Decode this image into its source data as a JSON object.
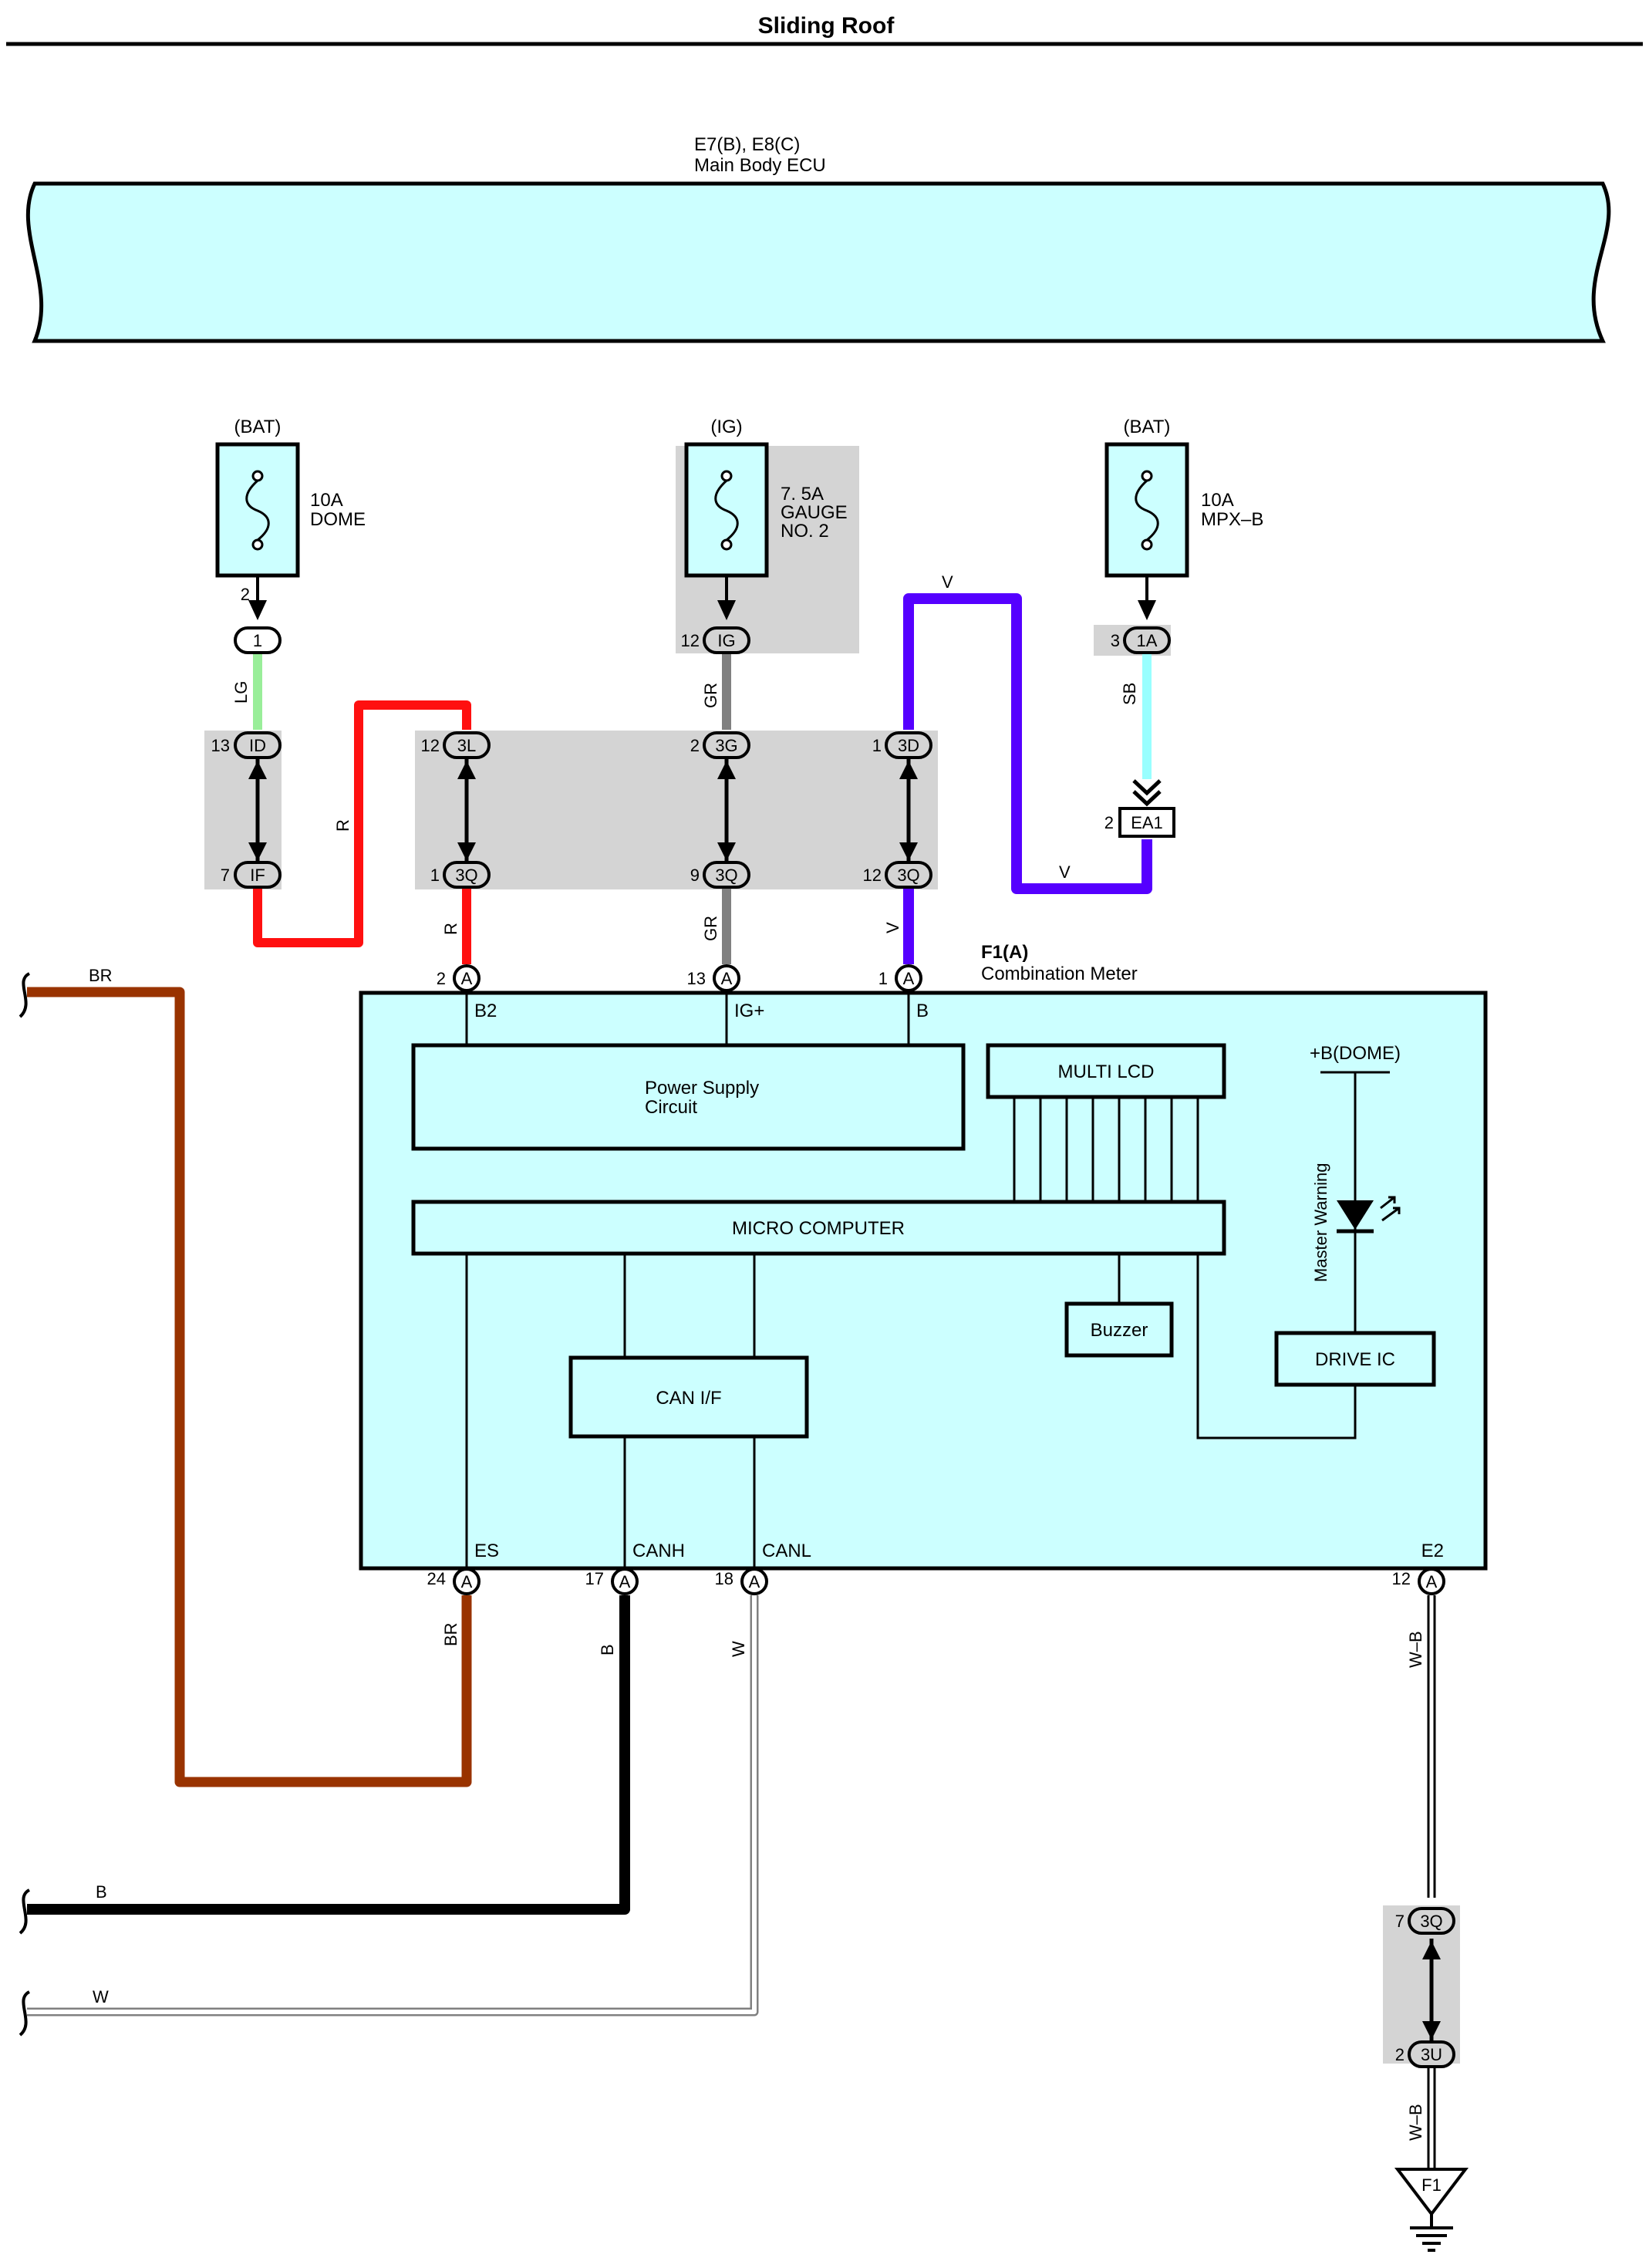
{
  "title": "Sliding Roof",
  "ecu": {
    "code": "E7(B), E8(C)",
    "name": "Main Body ECU"
  },
  "fuses": [
    {
      "source": "(BAT)",
      "rating": "10A",
      "name": [
        "DOME"
      ]
    },
    {
      "source": "(IG)",
      "rating": "7. 5A",
      "name": [
        "GAUGE",
        "NO. 2"
      ]
    },
    {
      "source": "(BAT)",
      "rating": "10A",
      "name": [
        "MPX–B"
      ]
    }
  ],
  "connectors": {
    "c1": "1",
    "ID": "ID",
    "IF": "IF",
    "3L": "3L",
    "3G": "3G",
    "3D": "3D",
    "IG": "IG",
    "1A": "1A",
    "EA1": "EA1",
    "3Q_a": "3Q",
    "3Q_b": "3Q",
    "3Q_c": "3Q",
    "A": "A",
    "3Q_g": "3Q",
    "3U": "3U",
    "F1": "F1"
  },
  "pins": {
    "fuse1": "2",
    "ID": "13",
    "IF": "7",
    "3L": "12",
    "3Q_a": "1",
    "IG": "12",
    "3G": "2",
    "3Q_b": "9",
    "3D": "1",
    "3Q_c": "12",
    "1A": "3",
    "EA1": "2",
    "B2": "2",
    "IGp": "13",
    "B": "1",
    "ES": "24",
    "CANH": "17",
    "CANL": "18",
    "E2": "12",
    "3Q_g": "7",
    "3U": "2"
  },
  "wires": {
    "LG": "LG",
    "R1": "R",
    "R2": "R",
    "GR1": "GR",
    "GR2": "GR",
    "V1": "V",
    "V2": "V",
    "V3": "V",
    "SB": "SB",
    "BR_left": "BR",
    "BR_pin": "BR",
    "B_left": "B",
    "B_pin": "B",
    "W_left": "W",
    "W_pin": "W",
    "WB1": "W–B",
    "WB2": "W–B"
  },
  "meter": {
    "code": "F1(A)",
    "name": "Combination Meter",
    "terminals": {
      "B2": "B2",
      "IGp": "IG+",
      "B": "B",
      "ES": "ES",
      "CANH": "CANH",
      "CANL": "CANL",
      "E2": "E2"
    },
    "power_supply": [
      "Power Supply",
      "Circuit"
    ],
    "multi_lcd": "MULTI LCD",
    "micro_computer": "MICRO COMPUTER",
    "can_if": "CAN I/F",
    "buzzer": "Buzzer",
    "drive_ic": "DRIVE IC",
    "dome_supply": "+B(DOME)",
    "master_warning": "Master Warning"
  },
  "colors": {
    "light_cyan": "#ccffff",
    "gray_area": "#d4d4d4",
    "LG": "#99ee99",
    "R": "#ff1010",
    "GR": "#808080",
    "V": "#5500ff",
    "SB": "#99ffff",
    "BR": "#993300",
    "B": "#000000",
    "W": "#ffffff"
  }
}
